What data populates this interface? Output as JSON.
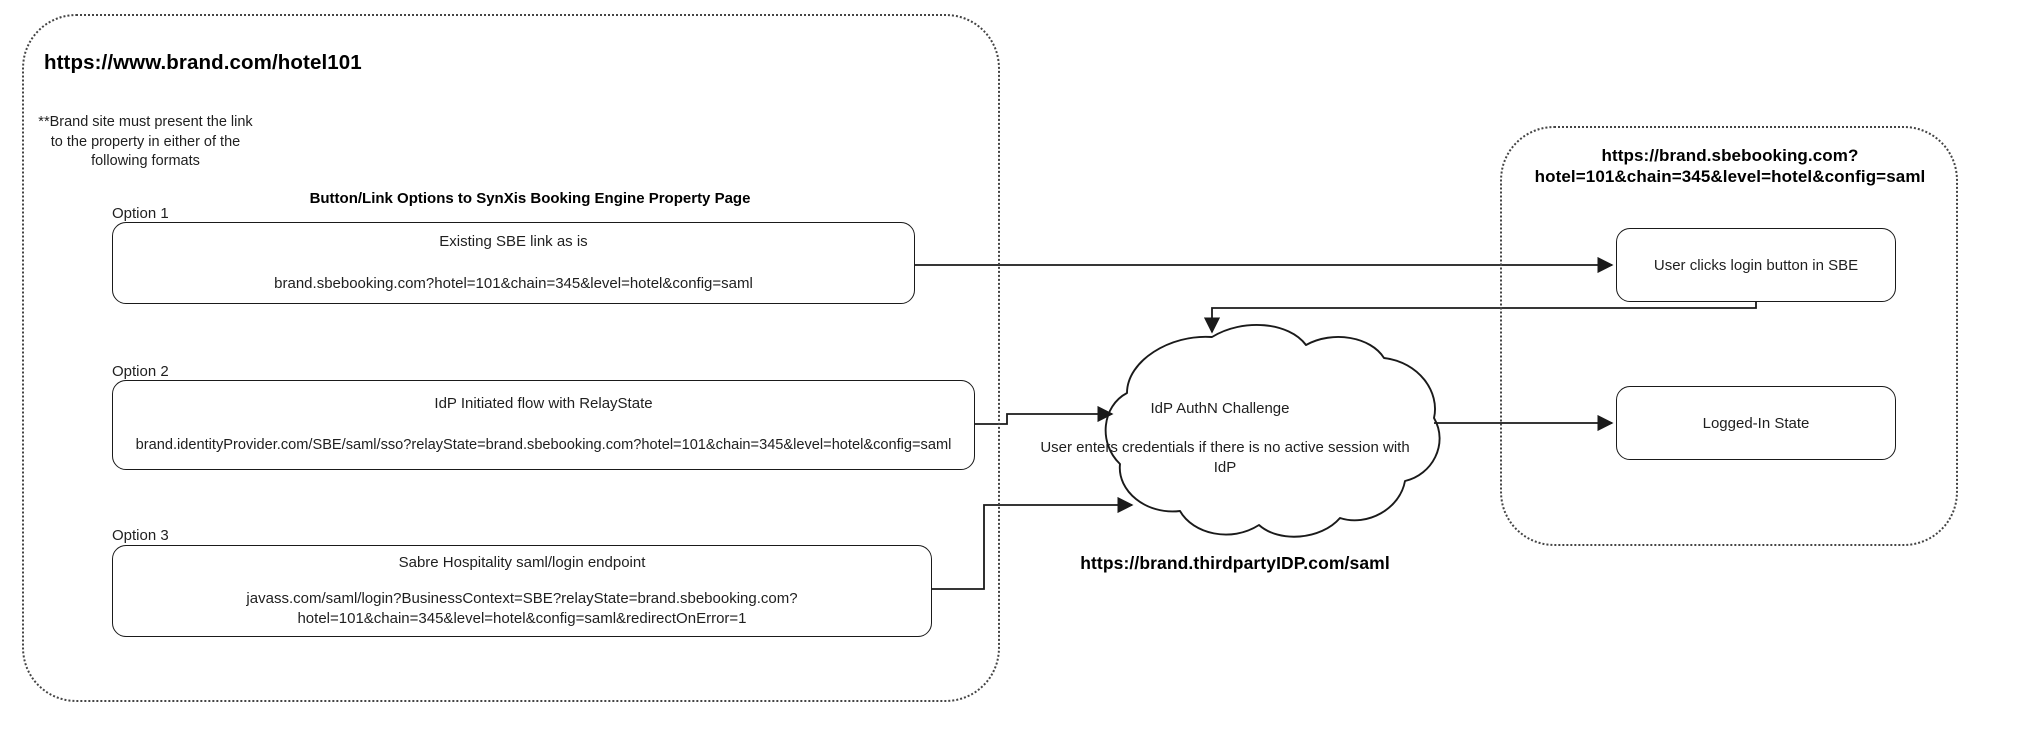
{
  "diagram": {
    "title": "SynXis Booking Engine SAML SSO link options",
    "line_color": "#1a1a1a",
    "panel_border_color": "#444444",
    "text_color": "#1f1f1f"
  },
  "brand_panel": {
    "url": "https://www.brand.com/hotel101",
    "note": "**Brand site must present the link to the property in either of the following formats",
    "section_heading": "Button/Link Options to SynXis Booking Engine Property Page",
    "options": [
      {
        "label": "Option 1",
        "title": "Existing SBE link as is",
        "url": "brand.sbebooking.com?hotel=101&chain=345&level=hotel&config=saml"
      },
      {
        "label": "Option 2",
        "title": "IdP Initiated flow with RelayState",
        "url": "brand.identityProvider.com/SBE/saml/sso?relayState=brand.sbebooking.com?hotel=101&chain=345&level=hotel&config=saml"
      },
      {
        "label": "Option 3",
        "title": "Sabre Hospitality saml/login endpoint",
        "url": "javass.com/saml/login?BusinessContext=SBE?relayState=brand.sbebooking.com?\nhotel=101&chain=345&level=hotel&config=saml&redirectOnError=1"
      }
    ]
  },
  "idp_cloud": {
    "title": "IdP AuthN Challenge",
    "subtitle": "User enters credentials if there is no active session with IdP",
    "url": "https://brand.thirdpartyIDP.com/saml"
  },
  "sbe_panel": {
    "url": "https://brand.sbebooking.com?\nhotel=101&chain=345&level=hotel&config=saml",
    "boxes": [
      {
        "label": "User clicks login button in SBE"
      },
      {
        "label": "Logged-In State"
      }
    ]
  }
}
